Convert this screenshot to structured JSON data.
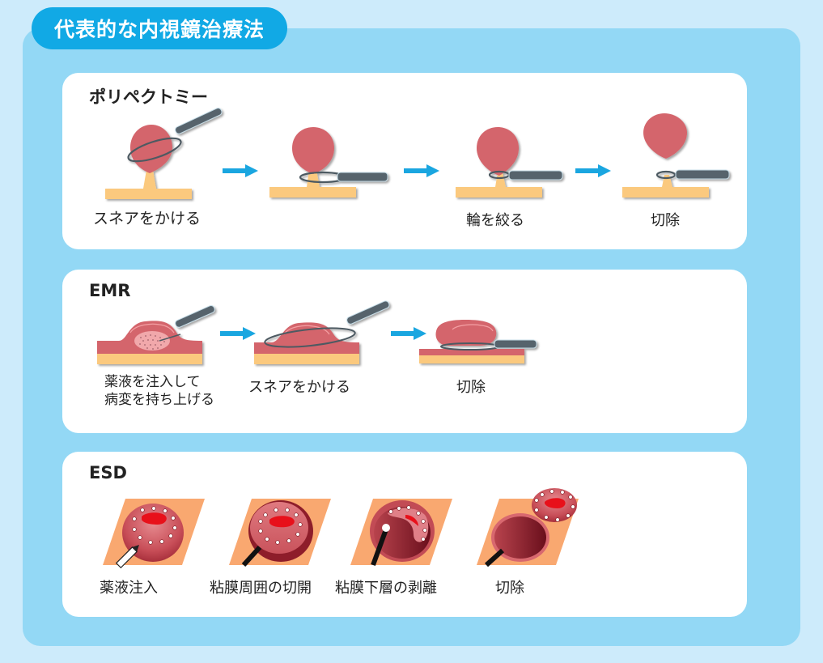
{
  "title": "代表的な内視鏡治療法",
  "sections": [
    {
      "name": "ポリペクトミー",
      "steps": [
        {
          "label": "スネアをかける"
        },
        {
          "label": ""
        },
        {
          "label": "輪を絞る"
        },
        {
          "label": "切除"
        }
      ]
    },
    {
      "name": "EMR",
      "steps": [
        {
          "label_line1": "薬液を注入して",
          "label_line2": "病変を持ち上げる"
        },
        {
          "label": "スネアをかける"
        },
        {
          "label": "切除"
        }
      ]
    },
    {
      "name": "ESD",
      "steps": [
        {
          "label": "薬液注入"
        },
        {
          "label": "粘膜周囲の切開"
        },
        {
          "label": "粘膜下層の剥離"
        },
        {
          "label": "切除"
        }
      ]
    }
  ],
  "colors": {
    "page_bg": "#cdebfb",
    "panel_bg": "#93d8f5",
    "title_pill": "#11a9e5",
    "arrow": "#1aa6e0",
    "polyp": "#d4656c",
    "base": "#fbc97e",
    "snare_tube": "#56646c",
    "esd_bg": "#f9a870"
  }
}
